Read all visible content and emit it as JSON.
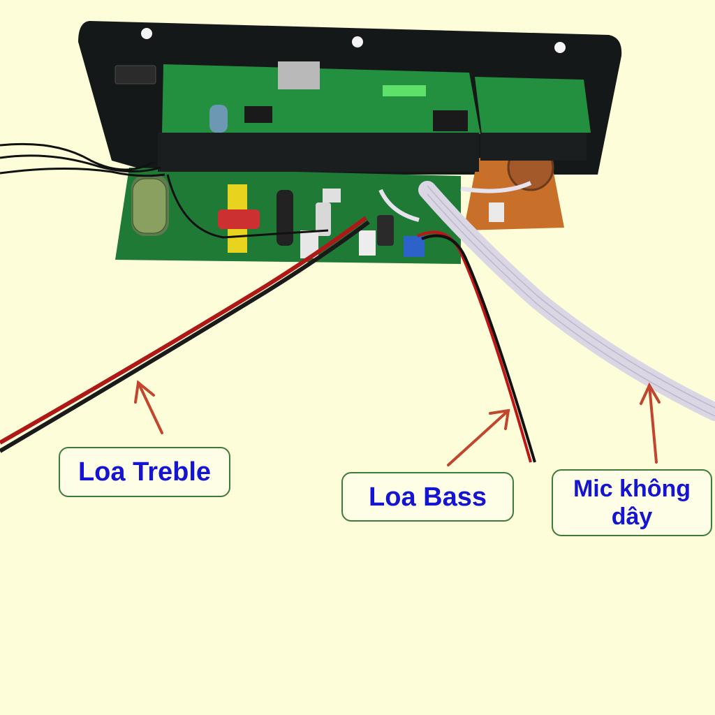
{
  "labels": {
    "treble": "Loa Treble",
    "bass": "Loa Bass",
    "mic": "Mic không dây"
  },
  "colors": {
    "background": "#fdfdd9",
    "label_text": "#1414d2",
    "label_border": "#3f7a3a",
    "arrow": "#c2452d",
    "pcb_green": "#1f7a36",
    "panel_black": "#151818",
    "wire_red": "#c01515",
    "ribbon_cable": "#dcd8e6"
  }
}
